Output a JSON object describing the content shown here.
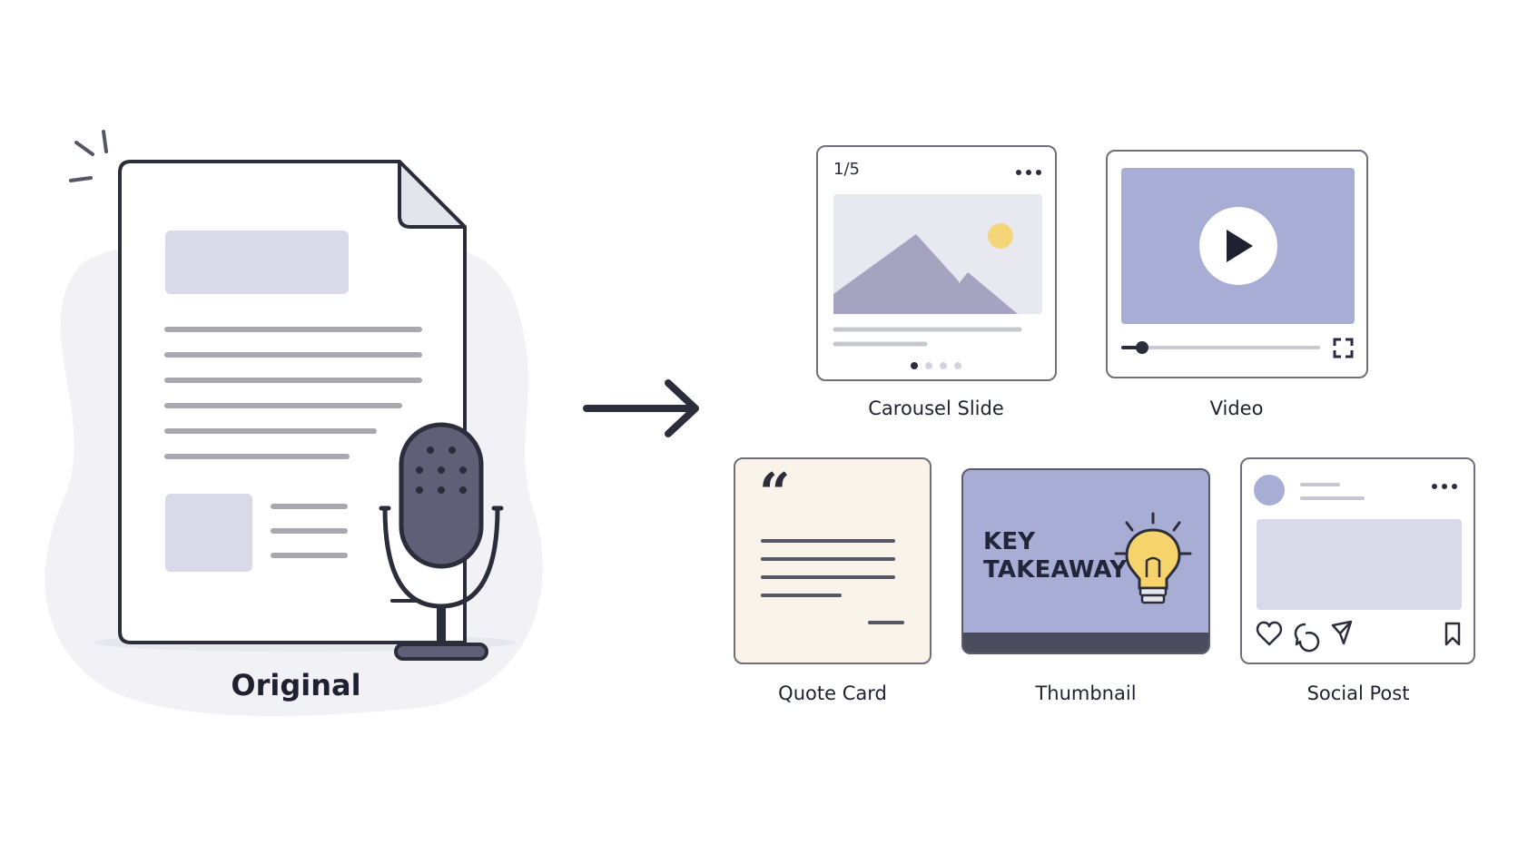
{
  "original": {
    "label": "Original"
  },
  "outputs": {
    "carousel": {
      "label": "Carousel Slide",
      "counter": "1/5"
    },
    "video": {
      "label": "Video"
    },
    "quote": {
      "label": "Quote Card",
      "quote_mark": "“"
    },
    "thumbnail": {
      "label": "Thumbnail",
      "line1": "KEY",
      "line2": "TAKEAWAY"
    },
    "social": {
      "label": "Social Post"
    }
  },
  "colors": {
    "outline": "#2b2d3b",
    "lavender": "#d9d9ea",
    "periwinkle": "#a8add6",
    "mic": "#5f6078",
    "cream": "#f9f3ea",
    "bulb": "#f6d36b",
    "sun": "#f5d57a"
  }
}
